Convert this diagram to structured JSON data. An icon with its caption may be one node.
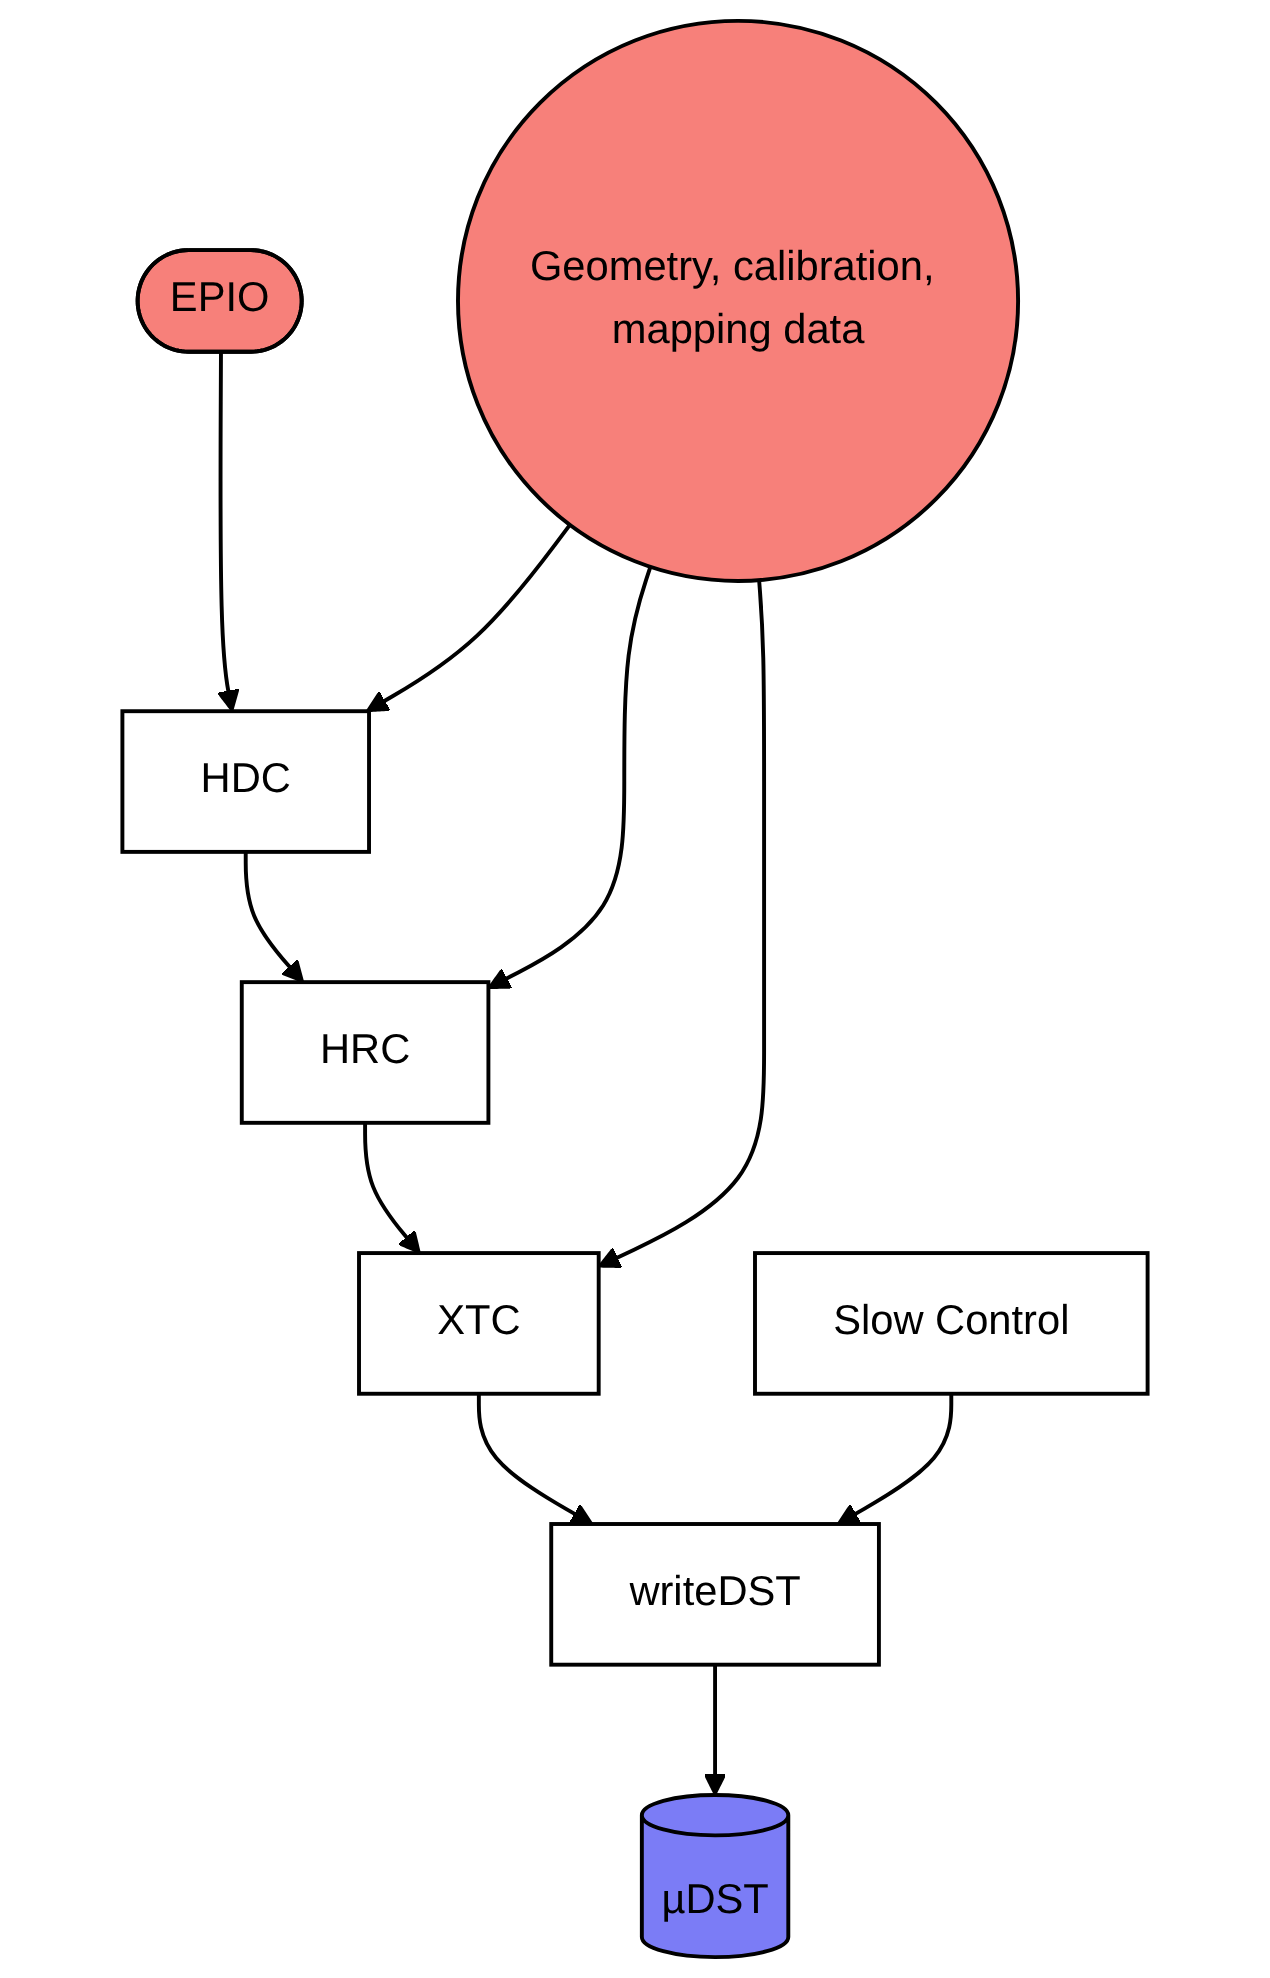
{
  "diagram": {
    "nodes": [
      {
        "text": [
          "EPIO"
        ]
      },
      {
        "text": [
          "HDC"
        ]
      },
      {
        "text": [
          "Geometry, calibration, mapping data"
        ]
      },
      {
        "text": [
          "HRC"
        ]
      },
      {
        "text": [
          "XTC"
        ]
      },
      {
        "text": [
          "writeDST"
        ]
      },
      {
        "text": [
          "Slow Control"
        ]
      },
      {
        "text": [
          "µDST"
        ]
      }
    ],
    "edges": [
      {
        "from": 0,
        "to": 1,
        "arrow": "to"
      },
      {
        "from": 1,
        "to": 3,
        "arrow": "to"
      },
      {
        "from": 3,
        "to": 4,
        "arrow": "to"
      },
      {
        "from": 4,
        "to": 5,
        "arrow": "to"
      },
      {
        "from": 5,
        "to": 7,
        "arrow": "to"
      },
      {
        "from": 2,
        "to": 1,
        "arrow": "to"
      },
      {
        "from": 2,
        "to": 3,
        "arrow": "to"
      },
      {
        "from": 2,
        "to": 4,
        "arrow": "to"
      },
      {
        "from": 6,
        "to": 5,
        "arrow": "to"
      }
    ]
  }
}
